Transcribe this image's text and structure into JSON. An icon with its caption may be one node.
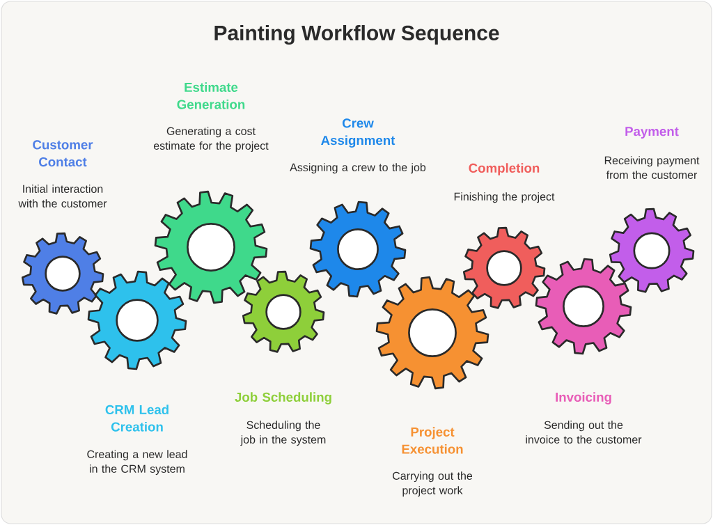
{
  "diagram": {
    "title": "Painting Workflow Sequence",
    "nodes": [
      {
        "text": [
          "Customer Contact",
          "Initial interaction with the customer"
        ]
      },
      {
        "text": [
          "CRM Lead Creation",
          "Creating a new lead in the CRM system"
        ]
      },
      {
        "text": [
          "Estimate Generation",
          "Generating a cost estimate for the project"
        ]
      },
      {
        "text": [
          "Job Scheduling",
          "Scheduling the job in the system"
        ]
      },
      {
        "text": [
          "Crew Assignment",
          "Assigning a crew to the job"
        ]
      },
      {
        "text": [
          "Project Execution",
          "Carrying out the project work"
        ]
      },
      {
        "text": [
          "Completion",
          "Finishing the project"
        ]
      },
      {
        "text": [
          "Invoicing",
          "Sending out the invoice to the customer"
        ]
      },
      {
        "text": [
          "Payment",
          "Receiving payment from the customer"
        ]
      }
    ]
  }
}
